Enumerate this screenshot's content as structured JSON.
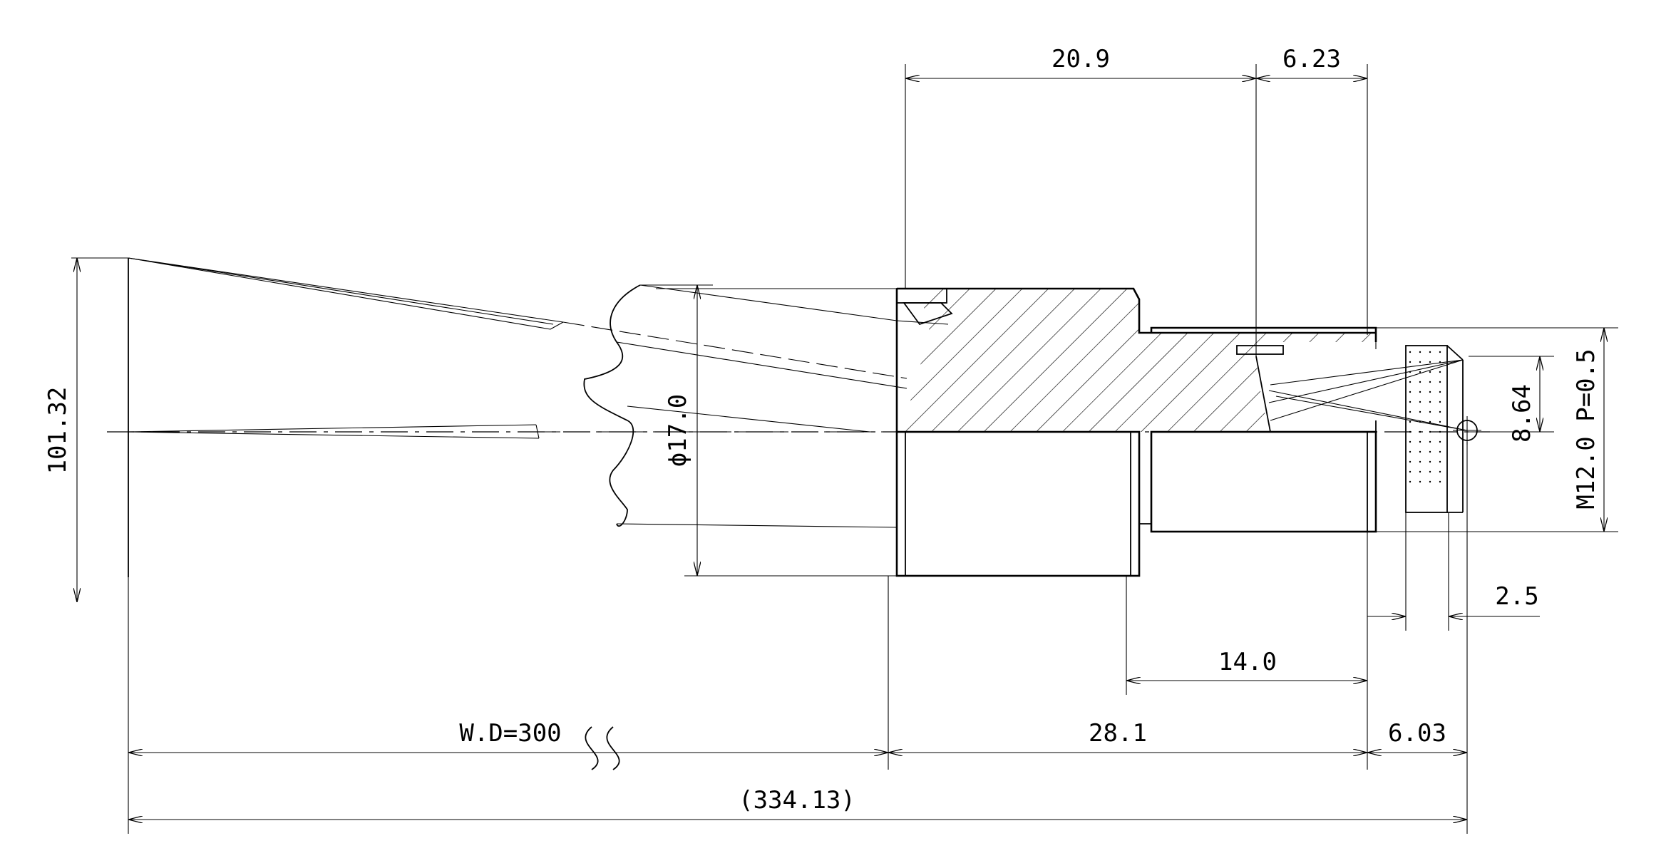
{
  "dimensions": {
    "d_20_9": "20.9",
    "d_6_23": "6.23",
    "d_101_32": "101.32",
    "d_phi17": "ϕ17.0",
    "d_8_64": "8.64",
    "d_m12": "M12.0 P=0.5",
    "d_2_5": "2.5",
    "d_14_0": "14.0",
    "d_wd": "W.D=300",
    "d_28_1": "28.1",
    "d_6_03": "6.03",
    "d_334": "(334.13)"
  }
}
